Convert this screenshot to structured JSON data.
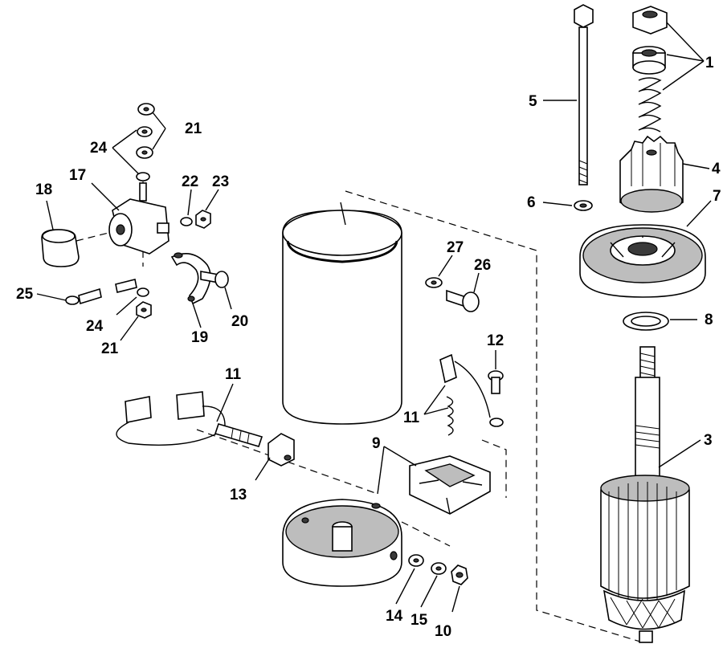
{
  "callouts": [
    {
      "id": "c1",
      "text": "1"
    },
    {
      "id": "c3",
      "text": "3"
    },
    {
      "id": "c4",
      "text": "4"
    },
    {
      "id": "c5",
      "text": "5"
    },
    {
      "id": "c6",
      "text": "6"
    },
    {
      "id": "c7",
      "text": "7"
    },
    {
      "id": "c8",
      "text": "8"
    },
    {
      "id": "c9",
      "text": "9"
    },
    {
      "id": "c10",
      "text": "10"
    },
    {
      "id": "c11a",
      "text": "11"
    },
    {
      "id": "c11b",
      "text": "11"
    },
    {
      "id": "c12",
      "text": "12"
    },
    {
      "id": "c13",
      "text": "13"
    },
    {
      "id": "c14",
      "text": "14"
    },
    {
      "id": "c15",
      "text": "15"
    },
    {
      "id": "c17",
      "text": "17"
    },
    {
      "id": "c18",
      "text": "18"
    },
    {
      "id": "c19",
      "text": "19"
    },
    {
      "id": "c20",
      "text": "20"
    },
    {
      "id": "c21a",
      "text": "21"
    },
    {
      "id": "c21b",
      "text": "21"
    },
    {
      "id": "c22",
      "text": "22"
    },
    {
      "id": "c23",
      "text": "23"
    },
    {
      "id": "c24a",
      "text": "24"
    },
    {
      "id": "c24b",
      "text": "24"
    },
    {
      "id": "c25",
      "text": "25"
    },
    {
      "id": "c26",
      "text": "26"
    },
    {
      "id": "c27",
      "text": "27"
    }
  ]
}
